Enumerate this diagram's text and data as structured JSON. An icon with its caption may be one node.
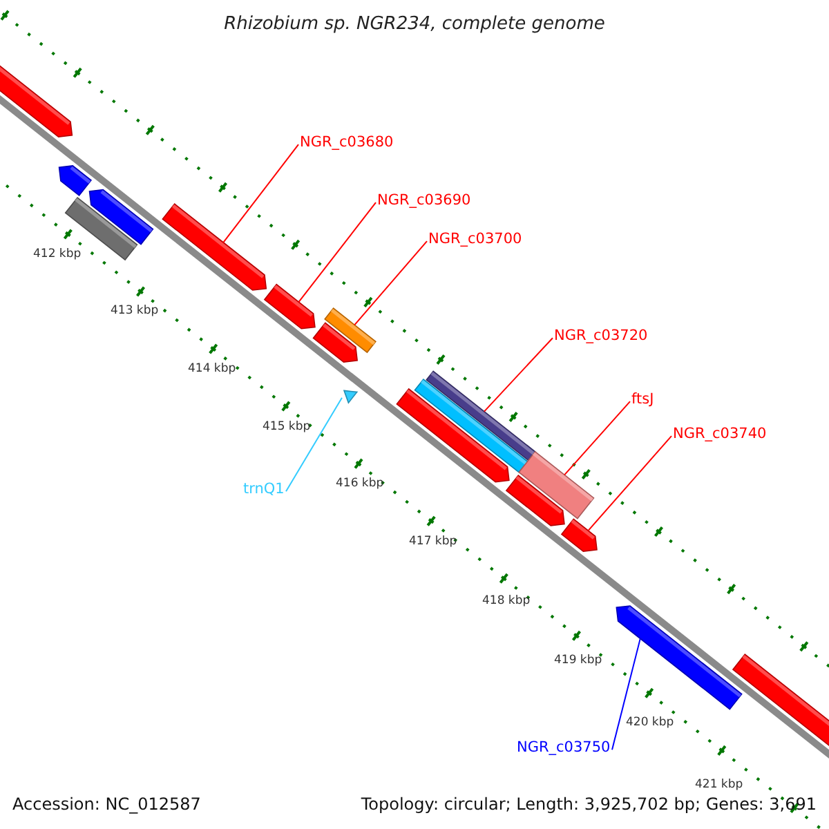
{
  "diagram": {
    "title": "Rhizobium sp. NGR234, complete genome",
    "nodes": [
      {
        "text": [],
        "shape": "pentagon"
      },
      {
        "text": [],
        "shape": "pentagon"
      },
      {
        "text": [],
        "shape": "bar"
      },
      {
        "text": [],
        "shape": "pentagon"
      },
      {
        "text": [],
        "shape": "pentagon"
      },
      {
        "text": [],
        "shape": "pentagon"
      },
      {
        "text": [],
        "shape": "bar"
      },
      {
        "text": [],
        "shape": "pentagon"
      },
      {
        "text": [],
        "shape": "triangle"
      },
      {
        "text": [],
        "shape": "bar"
      },
      {
        "text": [],
        "shape": "bar"
      },
      {
        "text": [],
        "shape": "pentagon"
      },
      {
        "text": [],
        "shape": "bar"
      },
      {
        "text": [],
        "shape": "pentagon"
      },
      {
        "text": [],
        "shape": "pentagon"
      },
      {
        "text": [],
        "shape": "pentagon"
      },
      {
        "text": [],
        "shape": "pentagon"
      },
      {
        "text": [
          "NGR_c03680"
        ]
      },
      {
        "text": [
          "NGR_c03690"
        ]
      },
      {
        "text": [
          "NGR_c03700"
        ]
      },
      {
        "text": [
          "NGR_c03720"
        ]
      },
      {
        "text": [
          "ftsJ"
        ]
      },
      {
        "text": [
          "NGR_c03740"
        ]
      },
      {
        "text": [
          "trnQ1"
        ]
      },
      {
        "text": [
          "NGR_c03750"
        ]
      }
    ],
    "edges": [
      {
        "from": 17,
        "to": 4,
        "arrow": "none"
      },
      {
        "from": 18,
        "to": 5,
        "arrow": "none"
      },
      {
        "from": 19,
        "to": 6,
        "arrow": "none"
      },
      {
        "from": 20,
        "to": 9,
        "arrow": "none"
      },
      {
        "from": 21,
        "to": 12,
        "arrow": "none"
      },
      {
        "from": 22,
        "to": 14,
        "arrow": "none"
      },
      {
        "from": 23,
        "to": 8,
        "arrow": "none",
        "color": "#33ccff"
      },
      {
        "from": 24,
        "to": 15,
        "arrow": "none",
        "color": "#0000ff"
      }
    ],
    "labels": [
      "412 kbp",
      "413 kbp",
      "414 kbp",
      "415 kbp",
      "416 kbp",
      "417 kbp",
      "418 kbp",
      "419 kbp",
      "420 kbp",
      "421 kbp",
      "Accession: NC_012587",
      "Topology: circular; Length: 3,925,702 bp; Genes: 3,691"
    ]
  }
}
